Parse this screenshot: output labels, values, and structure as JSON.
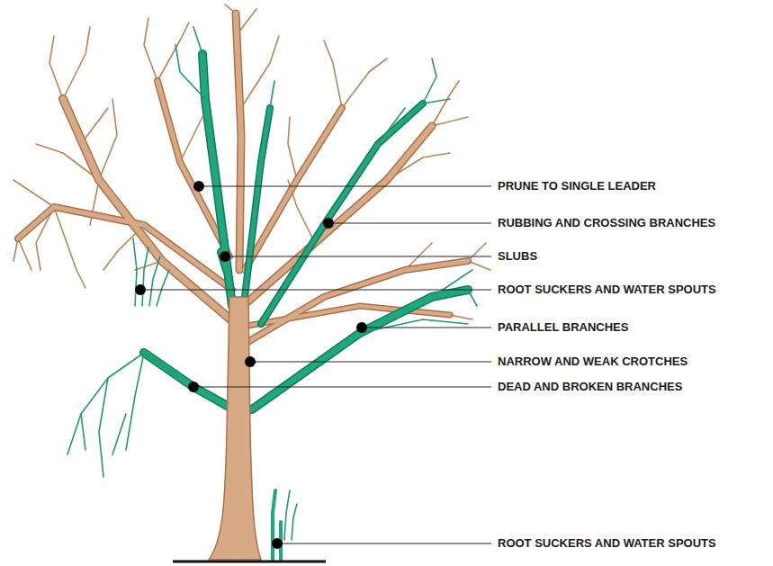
{
  "diagram": {
    "labels": [
      "PRUNE TO SINGLE LEADER",
      "RUBBING AND CROSSING BRANCHES",
      "SLUBS",
      "ROOT SUCKERS AND WATER SPOUTS",
      "PARALLEL BRANCHES",
      "NARROW AND WEAK CROTCHES",
      "DEAD AND BROKEN BRANCHES",
      "ROOT SUCKERS AND WATER SPOUTS"
    ]
  }
}
